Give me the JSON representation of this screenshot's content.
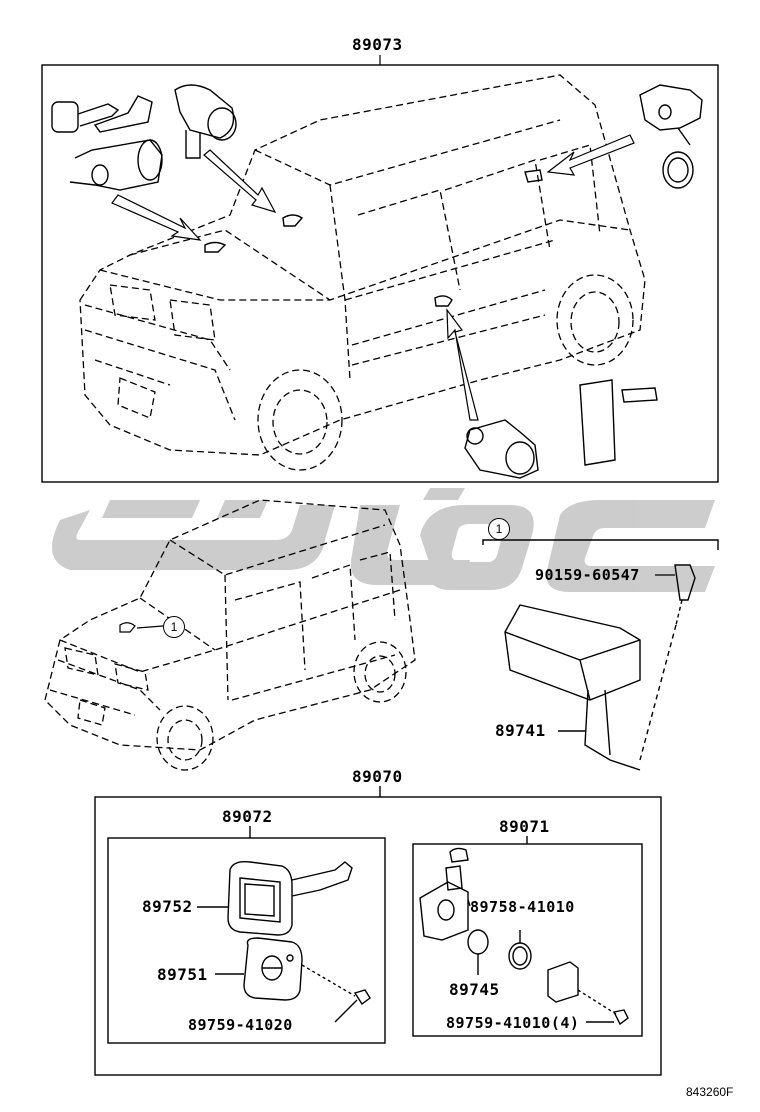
{
  "parts": {
    "kit_main": "89073",
    "callout_ref": "1",
    "bolt": "90159-60547",
    "ecu": "89741",
    "cylinder_set": "89070",
    "key_set": "89072",
    "key_housing": "89752",
    "key_cover": "89751",
    "key_screw": "89759-41020",
    "lock_set": "89071",
    "lock_part_a": "89758-41010",
    "lock_part_b": "89745",
    "lock_screw": "89759-41010(4)"
  },
  "footer": {
    "code": "843260F"
  },
  "watermark": {
    "color": "#bdbdbd"
  }
}
